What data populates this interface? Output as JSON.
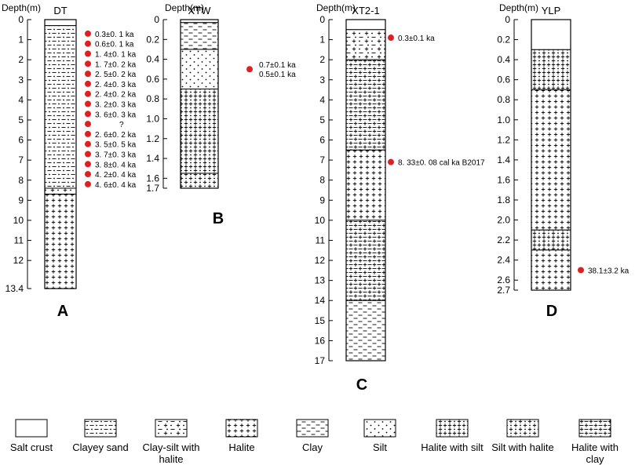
{
  "depth_axis_label": "Depth(m)",
  "columns": [
    {
      "id": "A",
      "name": "DT",
      "panel_letter": "A",
      "max_depth": 13.4,
      "ticks": [
        0,
        1,
        2,
        3,
        4,
        5,
        6,
        7,
        8,
        9,
        10,
        11,
        12,
        13.4
      ],
      "tick_labels": [
        "0",
        "1",
        "2",
        "3",
        "4",
        "5",
        "6",
        "7",
        "8",
        "9",
        "10",
        "11",
        "12",
        "13.4"
      ],
      "units": [
        {
          "from": 0,
          "to": 0.3,
          "lith": "salt-crust"
        },
        {
          "from": 0.3,
          "to": 8.4,
          "lith": "clayey-sand"
        },
        {
          "from": 8.4,
          "to": 8.7,
          "lith": "clay-silt-halite"
        },
        {
          "from": 8.7,
          "to": 13.4,
          "lith": "halite"
        }
      ],
      "ages": [
        {
          "depth": 0.7,
          "label": "0.3±0. 1 ka"
        },
        {
          "depth": 1.2,
          "label": "0.6±0. 1 ka"
        },
        {
          "depth": 1.7,
          "label": "1. 4±0. 1 ka"
        },
        {
          "depth": 2.2,
          "label": "1. 7±0. 2 ka"
        },
        {
          "depth": 2.7,
          "label": "2. 5±0. 2 ka"
        },
        {
          "depth": 3.2,
          "label": "2. 4±0. 3 ka"
        },
        {
          "depth": 3.7,
          "label": "2. 4±0. 2 ka"
        },
        {
          "depth": 4.2,
          "label": "3. 2±0. 3 ka"
        },
        {
          "depth": 4.7,
          "label": "3. 6±0. 3 ka"
        },
        {
          "depth": 5.2,
          "label": "?"
        },
        {
          "depth": 5.7,
          "label": "2. 6±0. 2 ka"
        },
        {
          "depth": 6.2,
          "label": "3. 5±0. 5 ka"
        },
        {
          "depth": 6.7,
          "label": "3. 7±0. 3 ka"
        },
        {
          "depth": 7.2,
          "label": "3. 8±0. 4 ka"
        },
        {
          "depth": 7.7,
          "label": "4. 2±0. 4 ka"
        },
        {
          "depth": 8.2,
          "label": "4. 6±0. 4 ka"
        }
      ]
    },
    {
      "id": "B",
      "name": "XTW",
      "panel_letter": "B",
      "max_depth": 1.7,
      "ticks": [
        0,
        0.2,
        0.4,
        0.6,
        0.8,
        1.0,
        1.2,
        1.4,
        1.6,
        1.7
      ],
      "tick_labels": [
        "0",
        "0.2",
        "0.4",
        "0.6",
        "0.8",
        "1.0",
        "1.2",
        "1.4",
        "1.6",
        "1.7"
      ],
      "units": [
        {
          "from": 0,
          "to": 0.03,
          "lith": "salt-crust"
        },
        {
          "from": 0.03,
          "to": 0.3,
          "lith": "clay"
        },
        {
          "from": 0.3,
          "to": 0.7,
          "lith": "silt"
        },
        {
          "from": 0.7,
          "to": 1.55,
          "lith": "halite-with-silt"
        },
        {
          "from": 1.55,
          "to": 1.7,
          "lith": "silt-with-halite"
        }
      ],
      "ages": [
        {
          "depth": 0.5,
          "label": "0.7±0.1 ka\n0.5±0.1 ka"
        }
      ]
    },
    {
      "id": "C",
      "name": "XT2-1",
      "panel_letter": "C",
      "max_depth": 17,
      "ticks": [
        0,
        1,
        2,
        3,
        4,
        5,
        6,
        7,
        8,
        9,
        10,
        11,
        12,
        13,
        14,
        15,
        16,
        17
      ],
      "tick_labels": [
        "0",
        "1",
        "2",
        "3",
        "4",
        "5",
        "6",
        "7",
        "8",
        "9",
        "10",
        "11",
        "12",
        "13",
        "14",
        "15",
        "16",
        "17"
      ],
      "units": [
        {
          "from": 0,
          "to": 0.5,
          "lith": "salt-crust"
        },
        {
          "from": 0.5,
          "to": 2.0,
          "lith": "clay-silt-halite"
        },
        {
          "from": 2.0,
          "to": 6.5,
          "lith": "halite-with-clay"
        },
        {
          "from": 6.5,
          "to": 10.0,
          "lith": "halite"
        },
        {
          "from": 10.0,
          "to": 14.0,
          "lith": "halite-with-clay"
        },
        {
          "from": 14.0,
          "to": 17.0,
          "lith": "clay"
        }
      ],
      "ages": [
        {
          "depth": 0.9,
          "label": "0.3±0.1 ka"
        },
        {
          "depth": 7.1,
          "label": "8. 33±0. 08  cal  ka B2017"
        }
      ]
    },
    {
      "id": "D",
      "name": "YLP",
      "panel_letter": "D",
      "max_depth": 2.7,
      "ticks": [
        0,
        0.2,
        0.4,
        0.6,
        0.8,
        1.0,
        1.2,
        1.4,
        1.6,
        1.8,
        2.0,
        2.2,
        2.4,
        2.6,
        2.7
      ],
      "tick_labels": [
        "0",
        "0.2",
        "0.4",
        "0.6",
        "0.8",
        "1.0",
        "1.2",
        "1.4",
        "1.6",
        "1.8",
        "2.0",
        "2.2",
        "2.4",
        "2.6",
        "2.7"
      ],
      "units": [
        {
          "from": 0,
          "to": 0.3,
          "lith": "salt-crust"
        },
        {
          "from": 0.3,
          "to": 0.7,
          "lith": "halite-with-silt"
        },
        {
          "from": 0.7,
          "to": 2.1,
          "lith": "halite"
        },
        {
          "from": 2.1,
          "to": 2.3,
          "lith": "halite-with-silt"
        },
        {
          "from": 2.3,
          "to": 2.7,
          "lith": "halite"
        }
      ],
      "ages": [
        {
          "depth": 2.5,
          "label": "38.1±3.2 ka"
        }
      ]
    }
  ],
  "legend": [
    {
      "lith": "salt-crust",
      "label": "Salt crust"
    },
    {
      "lith": "clayey-sand",
      "label": "Clayey sand"
    },
    {
      "lith": "clay-silt-halite",
      "label": "Clay-silt with halite"
    },
    {
      "lith": "halite",
      "label": "Halite"
    },
    {
      "lith": "clay",
      "label": "Clay"
    },
    {
      "lith": "silt",
      "label": "Silt"
    },
    {
      "lith": "halite-with-silt",
      "label": "Halite with silt"
    },
    {
      "lith": "silt-with-halite",
      "label": "Silt with halite"
    },
    {
      "lith": "halite-with-clay",
      "label": "Halite with clay"
    }
  ],
  "colors": {
    "age_dot": "#e02020",
    "line": "#000000"
  }
}
